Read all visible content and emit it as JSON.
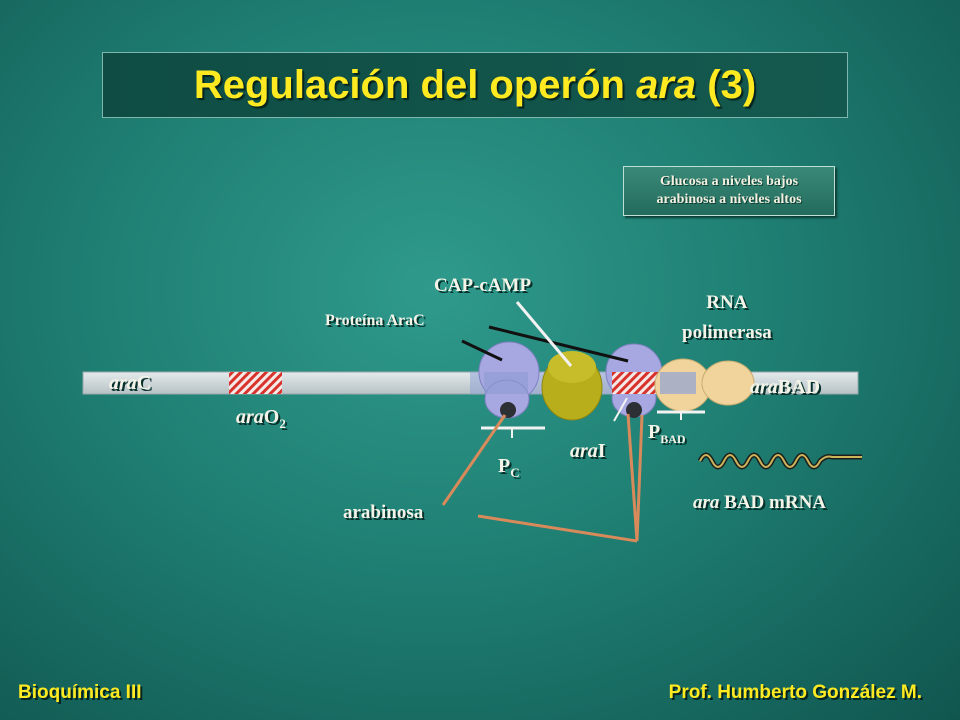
{
  "title": {
    "prefix": "Regulación del operón ",
    "italic": "ara",
    "suffix": " (3)"
  },
  "condition": {
    "line1": "Glucosa a niveles bajos",
    "line2": "arabinosa a niveles altos"
  },
  "labels": {
    "cap_camp": "CAP-cAMP",
    "rna_pol_1": "RNA",
    "rna_pol_2": "polimerasa",
    "protein": "Proteína AraC",
    "arac_it": "ara",
    "arac_rest": "C",
    "arao2_it": "ara",
    "arao2_rest": "O",
    "arao2_sub": "2",
    "arabad_it": "ara",
    "arabad_rest": "BAD",
    "pbad_main": "P",
    "pbad_sub": "BAD",
    "pc_main": "P",
    "pc_sub": "C",
    "arai_it": "ara",
    "arai_rest": "I",
    "mrna_it": "ara",
    "mrna_rest": "BAD mRNA",
    "arabinosa": "arabinosa"
  },
  "footer": {
    "left": "Bioquímica III",
    "right": "Prof. Humberto González M."
  },
  "colors": {
    "title_yellow": "#ffea22",
    "dna_strand": "#c9d3d5",
    "hatch_red": "#d8322c",
    "arac_protein": "#a7a8e2",
    "cap_yellow": "#b8ae1c",
    "rna_pol": "#f0d49c",
    "arabinose_line": "#d98a5a"
  }
}
